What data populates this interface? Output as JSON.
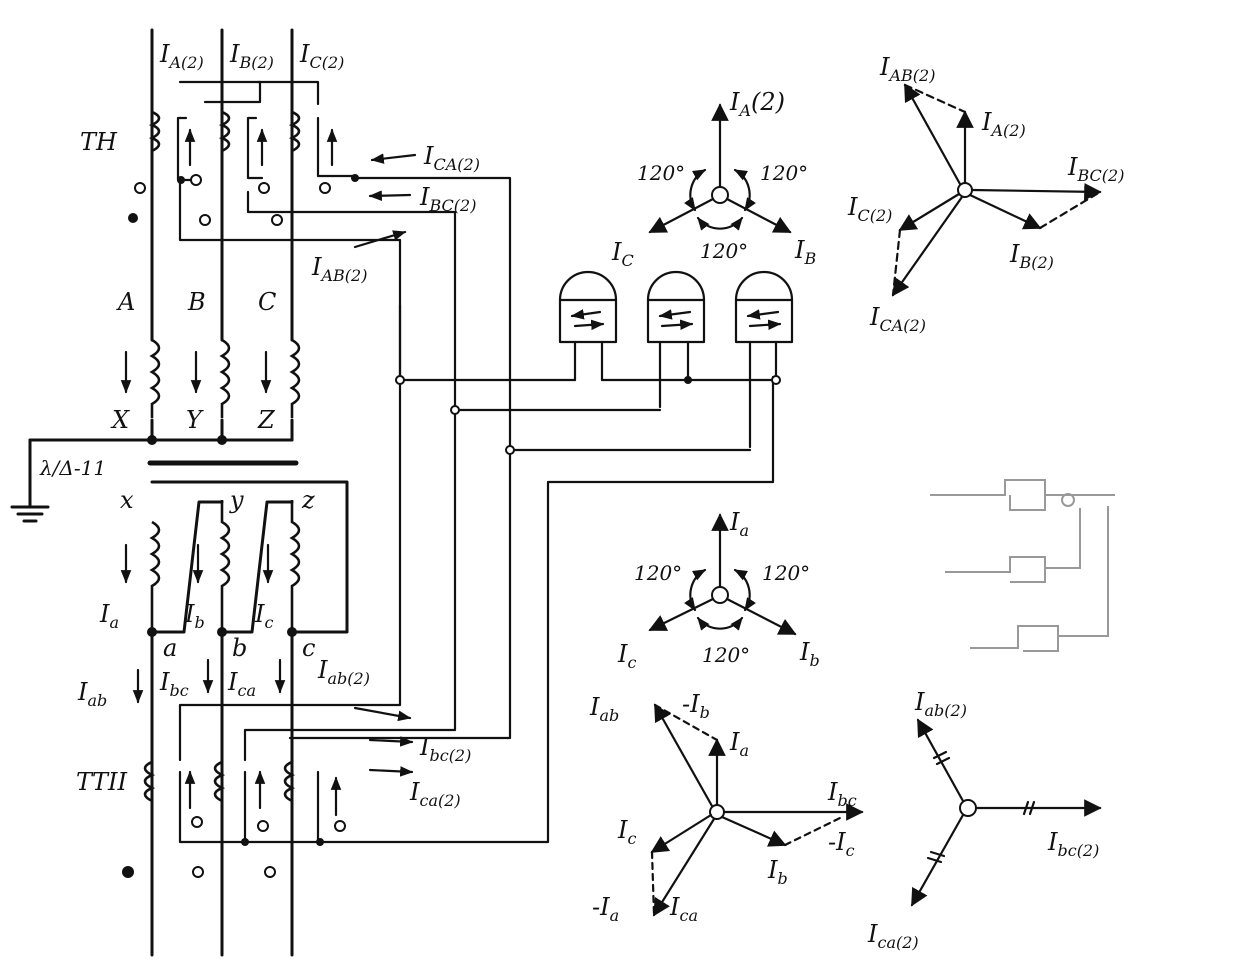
{
  "upper_bus": {
    "I_A": "I",
    "I_A_sub": "A(2)",
    "I_B": "I",
    "I_B_sub": "B(2)",
    "I_C": "I",
    "I_C_sub": "C(2)"
  },
  "upper_ct_label": "ТН",
  "lower_ct_label": "ТТII",
  "transformer_label": "λ/Δ-11",
  "hv_phase_labels": [
    "A",
    "B",
    "C"
  ],
  "hv_end_labels": [
    "X",
    "Y",
    "Z"
  ],
  "lv_phase_labels": [
    "x",
    "y",
    "z"
  ],
  "lv_node_labels": [
    "a",
    "b",
    "c"
  ],
  "upper_lines": [
    {
      "main": "I",
      "sub": "CA(2)"
    },
    {
      "main": "I",
      "sub": "BC(2)"
    },
    {
      "main": "I",
      "sub": "AB(2)"
    }
  ],
  "lower_lines": [
    {
      "main": "I",
      "sub": "ab(2)"
    },
    {
      "main": "I",
      "sub": "bc(2)"
    },
    {
      "main": "I",
      "sub": "ca(2)"
    }
  ],
  "lv_winding_currents": [
    {
      "main": "I",
      "sub": "a"
    },
    {
      "main": "I",
      "sub": "b"
    },
    {
      "main": "I",
      "sub": "c"
    }
  ],
  "lv_line_currents": [
    {
      "main": "I",
      "sub": "ab"
    },
    {
      "main": "I",
      "sub": "bc"
    },
    {
      "main": "I",
      "sub": "ca"
    }
  ],
  "phasor_upper": {
    "top": {
      "main": "I",
      "sub": "A",
      "tail": "(2)"
    },
    "left": {
      "main": "I",
      "sub": "C"
    },
    "right": {
      "main": "I",
      "sub": "B"
    },
    "angles": [
      "120°",
      "120°",
      "120°"
    ]
  },
  "phasor_lower": {
    "top": {
      "main": "I",
      "sub": "a"
    },
    "left": {
      "main": "I",
      "sub": "c"
    },
    "right": {
      "main": "I",
      "sub": "b"
    },
    "angles": [
      "120°",
      "120°",
      "120°"
    ]
  },
  "vector_hv": {
    "AB": {
      "main": "I",
      "sub": "AB(2)"
    },
    "A": {
      "main": "I",
      "sub": "A(2)"
    },
    "BC": {
      "main": "I",
      "sub": "BC(2)"
    },
    "C": {
      "main": "I",
      "sub": "C(2)"
    },
    "B": {
      "main": "I",
      "sub": "B(2)"
    },
    "CA": {
      "main": "I",
      "sub": "CA(2)"
    }
  },
  "vector_lv": {
    "ab": {
      "main": "I",
      "sub": "ab"
    },
    "neg_b": {
      "main": "-I",
      "sub": "b"
    },
    "a": {
      "main": "I",
      "sub": "a"
    },
    "bc": {
      "main": "I",
      "sub": "bc"
    },
    "c": {
      "main": "I",
      "sub": "c"
    },
    "neg_c": {
      "main": "-I",
      "sub": "c"
    },
    "b": {
      "main": "I",
      "sub": "b"
    },
    "neg_a": {
      "main": "-I",
      "sub": "a"
    },
    "ca": {
      "main": "I",
      "sub": "ca"
    }
  },
  "vector_lv2": {
    "ab": {
      "main": "I",
      "sub": "ab(2)"
    },
    "bc": {
      "main": "I",
      "sub": "bc(2)"
    },
    "ca": {
      "main": "I",
      "sub": "ca(2)"
    }
  }
}
